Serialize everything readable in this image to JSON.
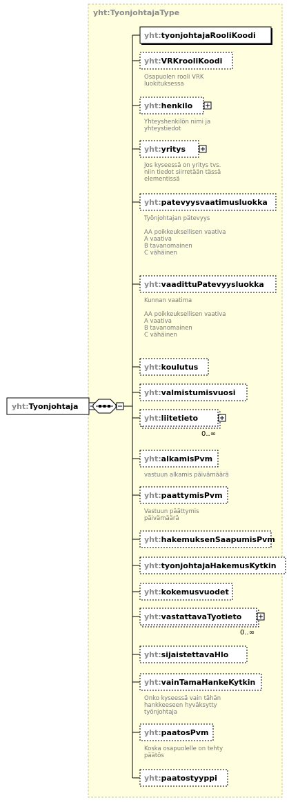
{
  "colors": {
    "type_bg": "#ffffe0",
    "type_border": "#c8c896",
    "connector": "#000000",
    "box_border": "#000000",
    "prefix": "#8a8a8a",
    "doc_text": "#777777"
  },
  "type": {
    "prefix": "yht",
    "name": "TyonjohtajaType"
  },
  "root": {
    "prefix": "yht",
    "name": "Tyonjohtaja"
  },
  "compositor": {
    "kind": "sequence",
    "icon": "sequence-icon"
  },
  "elements": [
    {
      "prefix": "yht",
      "name": "tyonjohtajaRooliKoodi",
      "optional": false,
      "children": false,
      "doc": []
    },
    {
      "prefix": "yht",
      "name": "VRKrooliKoodi",
      "optional": true,
      "children": false,
      "doc": [
        "Osapuolen rooli VRK",
        "luokituksessa"
      ]
    },
    {
      "prefix": "yht",
      "name": "henkilo",
      "optional": true,
      "children": true,
      "doc": [
        "Yhteyshenkilön nimi ja",
        "yhteystiedot"
      ]
    },
    {
      "prefix": "yht",
      "name": "yritys",
      "optional": true,
      "children": true,
      "doc": [
        "Jos kyseessä on yritys tvs.",
        "niin tiedot siirretään tässä",
        "elementissä"
      ]
    },
    {
      "prefix": "yht",
      "name": "patevyysvaatimusluokka",
      "optional": true,
      "children": false,
      "doc": [
        "Työnjohtajan pätevyys",
        "",
        "AA poikkeuksellisen vaativa",
        "A  vaativa",
        "B tavanomainen",
        "C vähäinen"
      ]
    },
    {
      "prefix": "yht",
      "name": "vaadittuPatevyysluokka",
      "optional": true,
      "children": false,
      "doc": [
        "Kunnan vaatima",
        "",
        "AA poikkeuksellisen vaativa",
        "A  vaativa",
        "B tavanomainen",
        "C vähäinen"
      ]
    },
    {
      "prefix": "yht",
      "name": "koulutus",
      "optional": true,
      "children": false,
      "doc": []
    },
    {
      "prefix": "yht",
      "name": "valmistumisvuosi",
      "optional": true,
      "children": false,
      "doc": []
    },
    {
      "prefix": "yht",
      "name": "liitetieto",
      "optional": true,
      "children": true,
      "repeat": true,
      "occurrence": "0..∞",
      "doc": []
    },
    {
      "prefix": "yht",
      "name": "alkamisPvm",
      "optional": true,
      "children": false,
      "doc": [
        "vastuun alkamis päivämäärä"
      ]
    },
    {
      "prefix": "yht",
      "name": "paattymisPvm",
      "optional": true,
      "children": false,
      "doc": [
        "Vastuun päättymis",
        "päivämäärä"
      ]
    },
    {
      "prefix": "yht",
      "name": "hakemuksenSaapumisPvm",
      "optional": true,
      "children": false,
      "doc": []
    },
    {
      "prefix": "yht",
      "name": "tyonjohtajaHakemusKytkin",
      "optional": true,
      "children": false,
      "doc": []
    },
    {
      "prefix": "yht",
      "name": "kokemusvuodet",
      "optional": true,
      "children": false,
      "doc": []
    },
    {
      "prefix": "yht",
      "name": "vastattavaTyotieto",
      "optional": true,
      "children": true,
      "repeat": true,
      "occurrence": "0..∞",
      "doc": []
    },
    {
      "prefix": "yht",
      "name": "sijaistettavaHlo",
      "optional": true,
      "children": false,
      "doc": []
    },
    {
      "prefix": "yht",
      "name": "vainTamaHankeKytkin",
      "optional": true,
      "children": false,
      "doc": [
        "Onko kyseessä vain tähän",
        "hankkeeseen hyväksytty",
        "työnjohtaja"
      ]
    },
    {
      "prefix": "yht",
      "name": "paatosPvm",
      "optional": true,
      "children": false,
      "doc": [
        "Koska osapuolelle on tehty",
        "päätös"
      ]
    },
    {
      "prefix": "yht",
      "name": "paatostyyppi",
      "optional": true,
      "children": false,
      "doc": []
    }
  ]
}
